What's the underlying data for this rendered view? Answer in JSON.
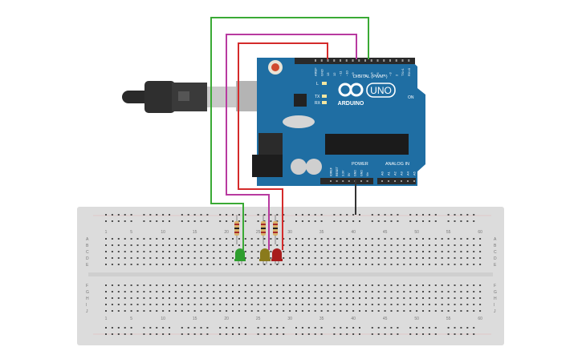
{
  "board": {
    "brand": "ARDUINO",
    "model": "UNO",
    "on_label": "ON",
    "digital_header": "DIGITAL (PWM~)",
    "power_label": "POWER",
    "analog_label": "ANALOG IN",
    "led_l": "L",
    "led_tx": "TX",
    "led_rx": "RX",
    "top_pins": [
      "AREF",
      "GND",
      "13",
      "12",
      "~11",
      "~10",
      "~9",
      "8",
      "7",
      "~6",
      "~5",
      "4",
      "~3",
      "2",
      "TX>1",
      "RX<0"
    ],
    "power_pins": [
      "IOREF",
      "RESET",
      "3.3V",
      "5V",
      "GND",
      "GND",
      "Vin"
    ],
    "analog_pins": [
      "A0",
      "A1",
      "A2",
      "A3",
      "A4",
      "A5"
    ]
  },
  "breadboard": {
    "column_numbers": [
      "1",
      "5",
      "10",
      "15",
      "20",
      "25",
      "30",
      "35",
      "40",
      "45",
      "50",
      "55",
      "60"
    ],
    "row_letters_top": [
      "A",
      "B",
      "C",
      "D",
      "E"
    ],
    "row_letters_bottom": [
      "F",
      "G",
      "H",
      "I",
      "J"
    ]
  },
  "components": {
    "leds": [
      {
        "name": "green",
        "color": "#2e9e2e"
      },
      {
        "name": "yellow",
        "color": "#8a7a1c"
      },
      {
        "name": "red",
        "color": "#a81c1c"
      }
    ],
    "wire_colors": {
      "green": "#3aaa35",
      "magenta": "#b83aa0",
      "red": "#d42b2b",
      "black": "#333333"
    }
  }
}
